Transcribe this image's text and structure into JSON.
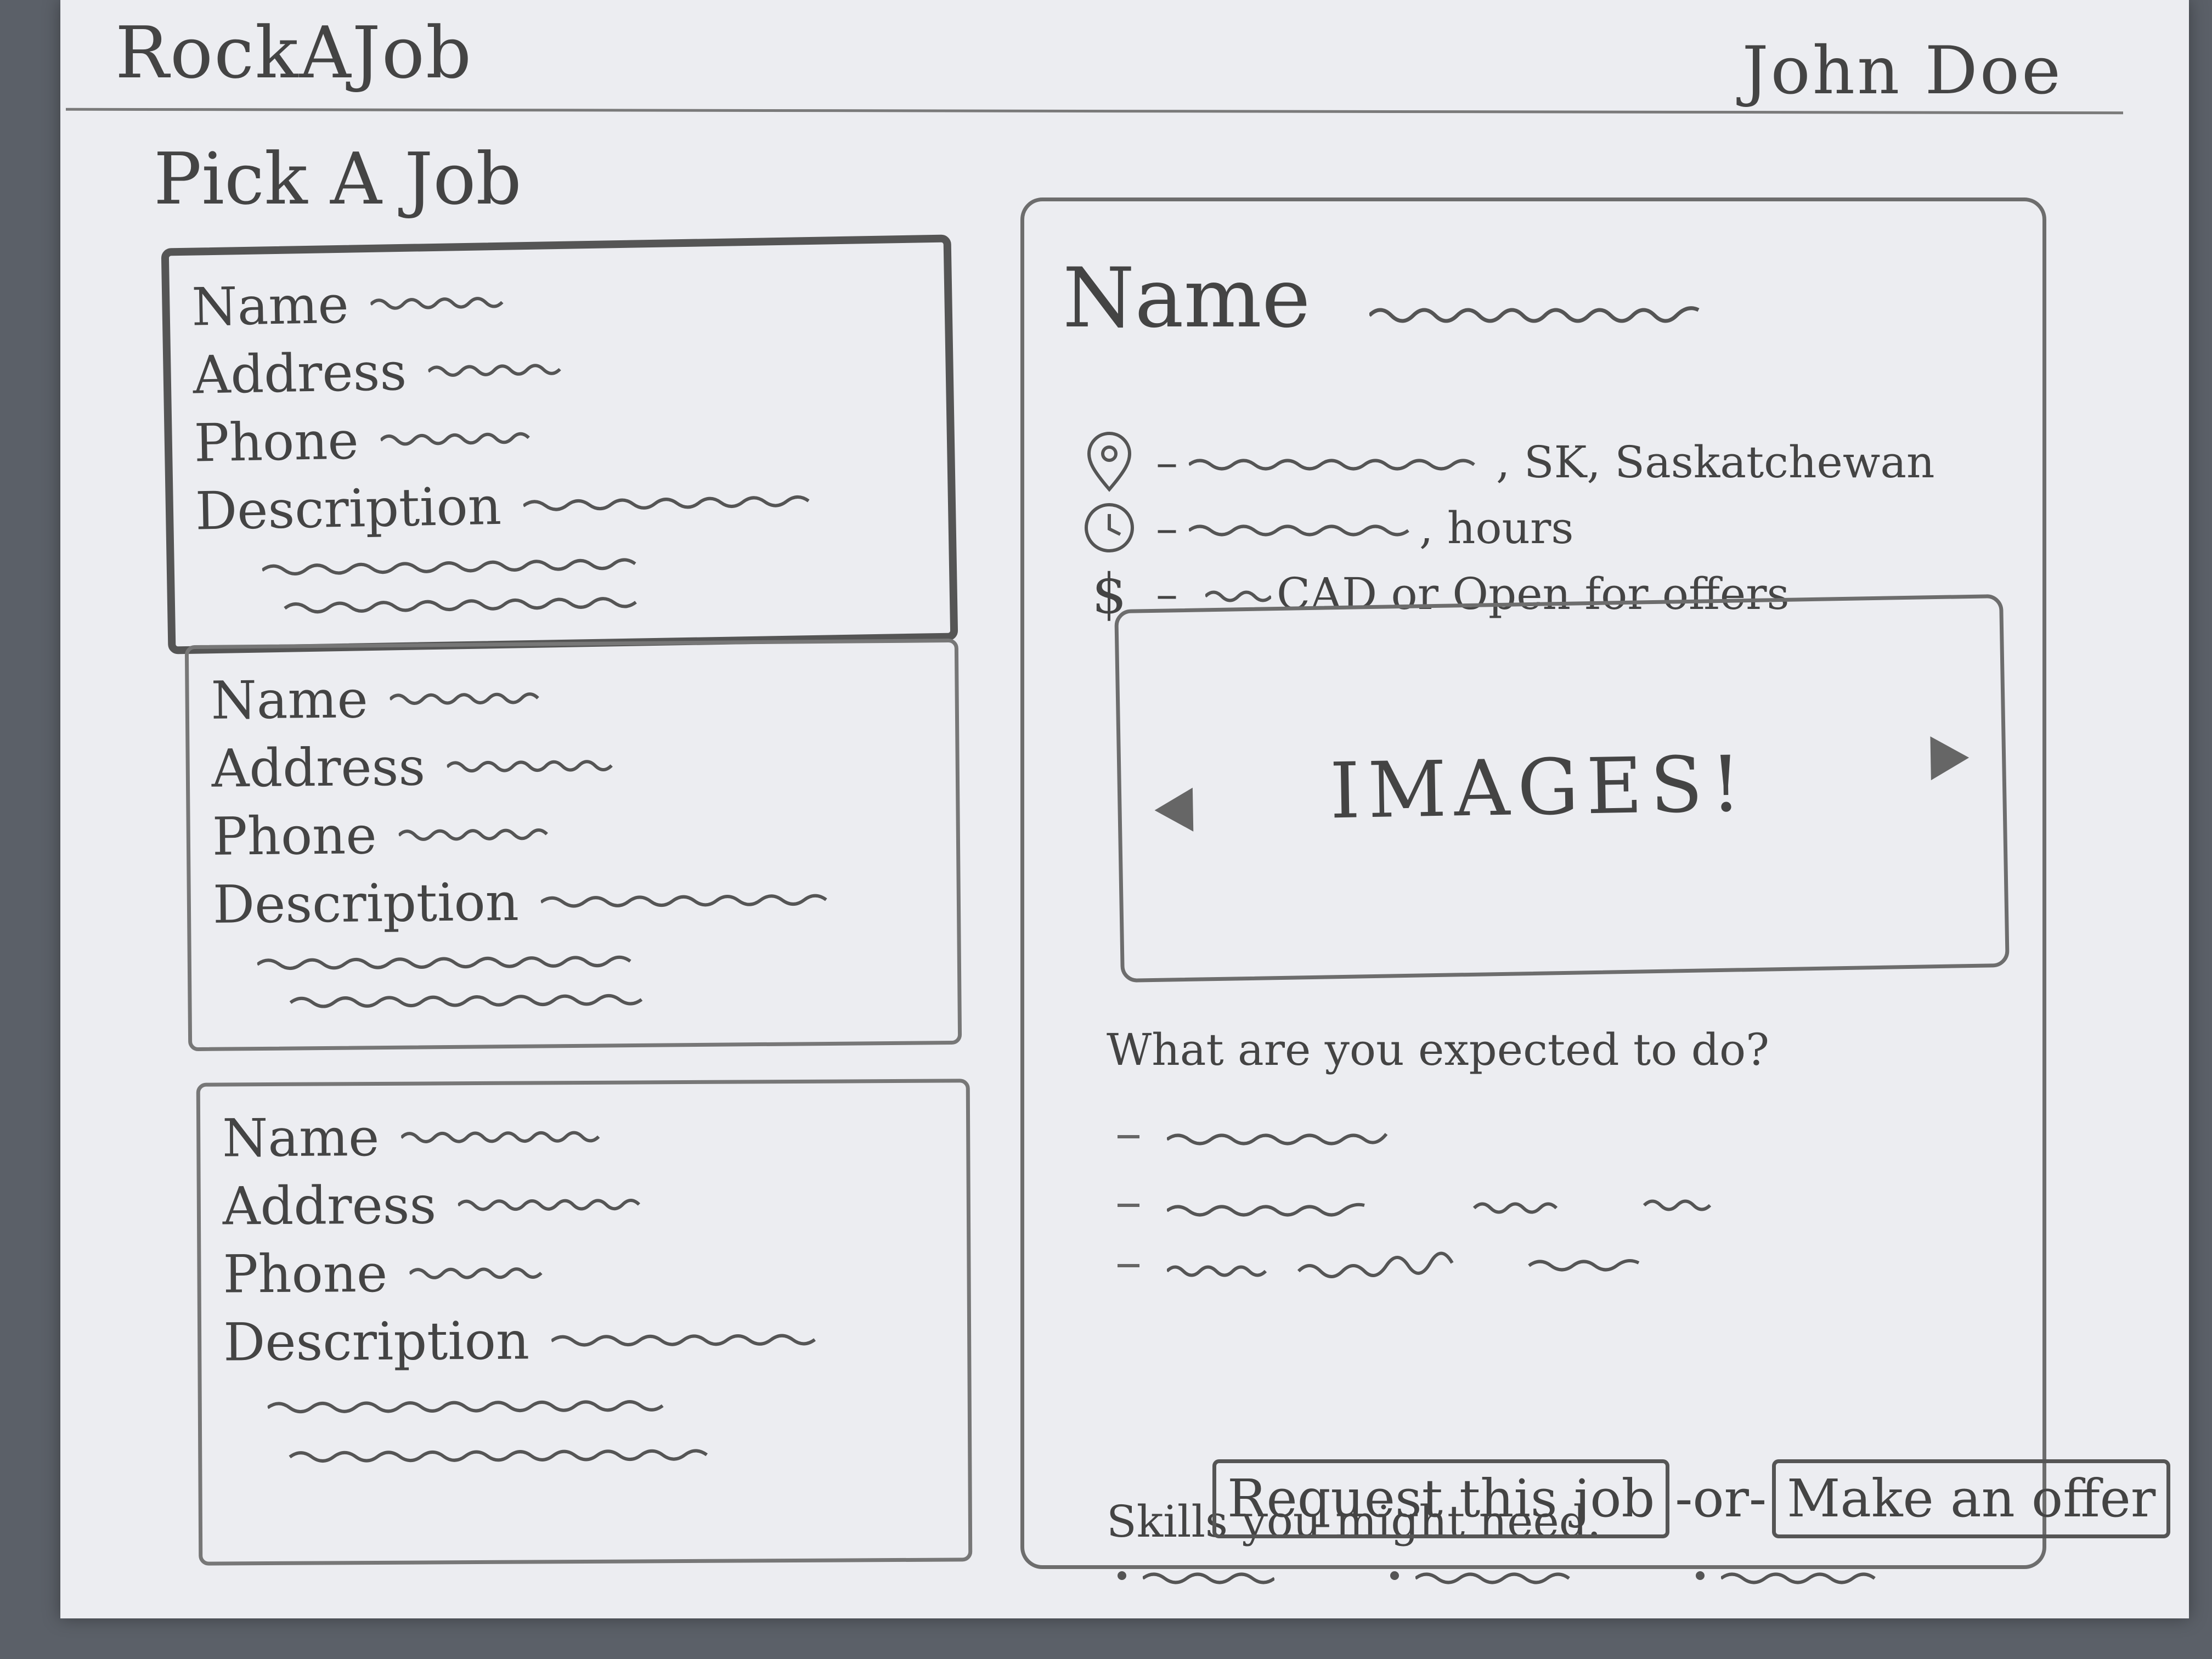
{
  "header": {
    "brand": "RockAJob",
    "user_name": "John Doe"
  },
  "page_title": "Pick A Job",
  "job_list": [
    {
      "name_label": "Name",
      "address_label": "Address",
      "phone_label": "Phone",
      "description_label": "Description",
      "selected": true
    },
    {
      "name_label": "Name",
      "address_label": "Address",
      "phone_label": "Phone",
      "description_label": "Description",
      "selected": false
    },
    {
      "name_label": "Name",
      "address_label": "Address",
      "phone_label": "Phone",
      "description_label": "Description",
      "selected": false
    }
  ],
  "detail": {
    "name_label": "Name",
    "location_suffix": ", SK, Saskatchewan",
    "hours_suffix": ", hours",
    "price_suffix": "CAD or Open for offers",
    "images_label": "IMAGES!",
    "expected_title": "What are you expected to do?",
    "skills_title": "Skills you might need.",
    "request_button": "Request this job",
    "or_text": "-or-",
    "offer_button": "Make an offer"
  },
  "icons": {
    "location": "map-pin-icon",
    "hours": "clock-icon",
    "price": "dollar-icon",
    "prev": "arrow-left-icon",
    "next": "arrow-right-icon"
  }
}
